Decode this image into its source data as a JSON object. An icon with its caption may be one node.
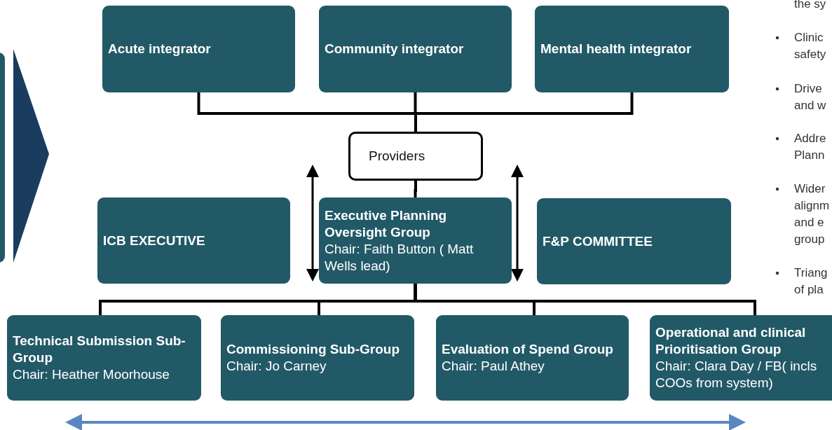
{
  "diagram": {
    "nodes": [
      {
        "text": [],
        "shape": "box"
      },
      {
        "text": [
          "Acute integrator"
        ]
      },
      {
        "text": [
          "Community integrator"
        ]
      },
      {
        "text": [
          "Mental health integrator"
        ]
      },
      {
        "text": [
          "Providers"
        ]
      },
      {
        "text": [
          "ICB EXECUTIVE"
        ]
      },
      {
        "text": [
          "Executive Planning Oversight Group",
          "Chair: Faith Button ( Matt Wells lead)"
        ]
      },
      {
        "text": [
          "F&P COMMITTEE"
        ]
      },
      {
        "text": [
          "Technical Submission Sub-Group",
          "Chair: Heather Moorhouse"
        ]
      },
      {
        "text": [
          "Commissioning Sub-Group",
          "Chair: Jo Carney"
        ]
      },
      {
        "text": [
          "Evaluation of Spend Group",
          "Chair: Paul Athey"
        ]
      },
      {
        "text": [
          "Operational and clinical Prioritisation Group",
          "Chair: Clara Day / FB( incls COOs from system)"
        ]
      }
    ],
    "edges": [
      {
        "from": 1,
        "to": 4,
        "arrow": "none"
      },
      {
        "from": 2,
        "to": 4,
        "arrow": "none"
      },
      {
        "from": 3,
        "to": 4,
        "arrow": "none"
      },
      {
        "from": 4,
        "to": 6,
        "arrow": "none"
      },
      {
        "from": 6,
        "to": 8,
        "arrow": "none"
      },
      {
        "from": 6,
        "to": 9,
        "arrow": "none"
      },
      {
        "from": 6,
        "to": 10,
        "arrow": "none"
      },
      {
        "from": 6,
        "to": 11,
        "arrow": "none"
      }
    ],
    "labels": [
      "the sy",
      "Clinic safety",
      "Drive and w",
      "Addre Plann",
      "Wider alignm and e group",
      "Triang of pla"
    ]
  }
}
